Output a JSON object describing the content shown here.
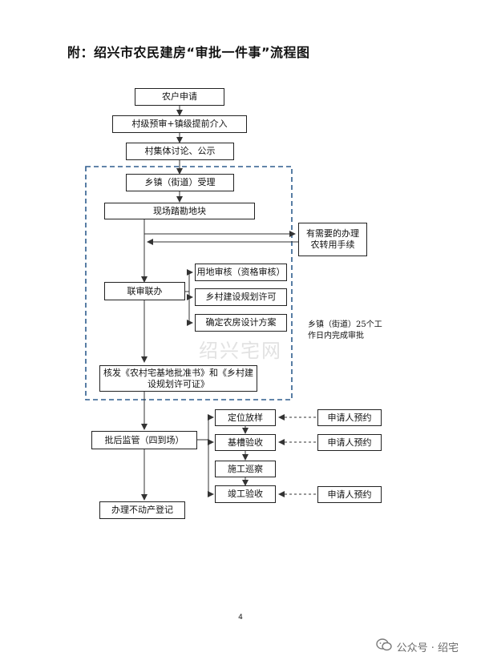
{
  "title": "附：绍兴市农民建房“审批一件事”流程图",
  "boxes": {
    "apply": "农户申请",
    "village_precheck": "村级预审+镇级提前介入",
    "village_discuss": "村集体讨论、公示",
    "town_accept": "乡镇（街道）受理",
    "site_survey": "现场踏勘地块",
    "farmland_conversion": "有需要的办理农转用手续",
    "joint_review": "联审联办",
    "land_review": "用地审核（资格审核）",
    "planning_permit": "乡村建设规划许可",
    "design_plan": "确定农房设计方案",
    "issue_certs": "核发《农村宅基地批准书》和《乡村建设规划许可证》",
    "post_supervision": "批后监管（四到场）",
    "staking": "定位放样",
    "foundation": "基槽验收",
    "inspection": "施工巡察",
    "completion": "竣工验收",
    "appointment_1": "申请人预约",
    "appointment_2": "申请人预约",
    "appointment_3": "申请人预约",
    "property_registration": "办理不动产登记"
  },
  "note": "乡镇（街道）25个工作日内完成审批",
  "page_number": "4",
  "watermark": "绍兴宅网",
  "footer": {
    "account": "公众号 · 绍宅",
    "icon": "wechat-icon"
  },
  "colors": {
    "dashed_border": "#2e5d8e",
    "line": "#333333"
  }
}
